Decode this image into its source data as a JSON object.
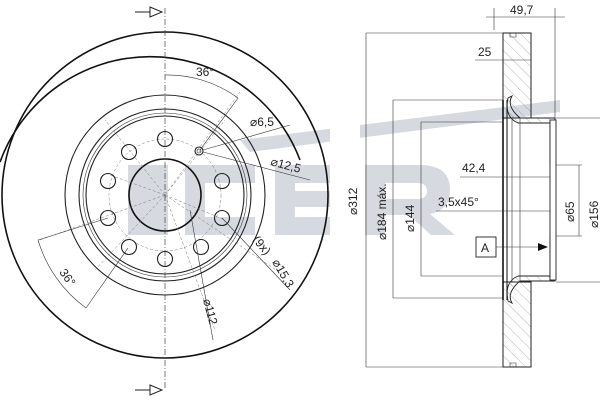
{
  "watermark": {
    "text": "ICER",
    "color": "#c9ccd6"
  },
  "front_view": {
    "angle_top": "36°",
    "angle_bottom": "36°",
    "dim_small_hole": "⌀6,5",
    "dim_hole_12": "⌀12,5",
    "dim_hole_count": "(9x)",
    "dim_hole_15": "⌀15,3",
    "dim_pcd": "⌀112",
    "section_marker": "section-arrow"
  },
  "side_view": {
    "dim_overall_height": "49,7",
    "dim_thickness": "25",
    "dim_outer_diameter": "⌀312",
    "dim_max_diameter": "⌀184 máx.",
    "dim_inner_diameter": "⌀144",
    "dim_hub_depth": "42,4",
    "dim_chamfer": "3,5x45°",
    "dim_center_bore": "⌀65",
    "dim_hub_diameter": "⌀156",
    "datum_label": "A"
  }
}
